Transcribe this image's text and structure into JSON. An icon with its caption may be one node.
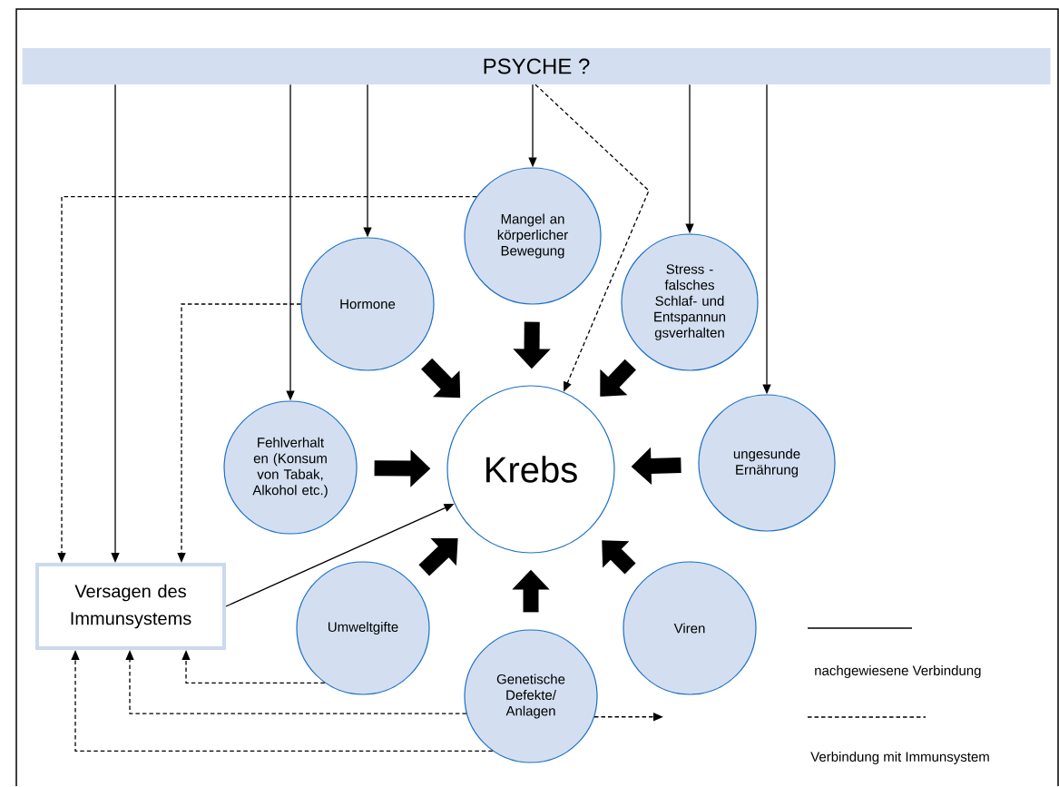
{
  "diagram": {
    "nodes": [
      {
        "text": [
          "PSYCHE ?"
        ]
      },
      {
        "text": [
          "Mangel an körperlicher Bewegung"
        ]
      },
      {
        "text": [
          "Hormone"
        ]
      },
      {
        "text": [
          "Stress - falsches Schlaf- und Entspannun gsverhalten"
        ]
      },
      {
        "text": [
          "Fehlverhalt en (Konsum von Tabak, Alkohol etc.)"
        ]
      },
      {
        "text": [
          "Krebs"
        ]
      },
      {
        "text": [
          "ungesunde Ernährung"
        ]
      },
      {
        "text": [
          "Versagen des Immunsystems"
        ]
      },
      {
        "text": [
          "Umweltgifte"
        ]
      },
      {
        "text": [
          "Viren"
        ]
      },
      {
        "text": [
          "Genetische Defekte/ Anlagen"
        ]
      }
    ],
    "edges": [
      {
        "from": 0,
        "to": 7,
        "arrow": "to"
      },
      {
        "from": 0,
        "to": 4,
        "arrow": "to"
      },
      {
        "from": 0,
        "to": 2,
        "arrow": "to"
      },
      {
        "from": 0,
        "to": 1,
        "arrow": "to"
      },
      {
        "from": 0,
        "to": 5,
        "arrow": "to",
        "style": "dashed"
      },
      {
        "from": 0,
        "to": 3,
        "arrow": "to"
      },
      {
        "from": 0,
        "to": 6,
        "arrow": "to"
      },
      {
        "from": 1,
        "to": 7,
        "arrow": "to",
        "style": "dashed"
      },
      {
        "from": 2,
        "to": 7,
        "arrow": "to",
        "style": "dashed"
      },
      {
        "from": 1,
        "to": 5,
        "arrow": "to",
        "style": "thick"
      },
      {
        "from": 2,
        "to": 5,
        "arrow": "to",
        "style": "thick"
      },
      {
        "from": 3,
        "to": 5,
        "arrow": "to",
        "style": "thick"
      },
      {
        "from": 4,
        "to": 5,
        "arrow": "to",
        "style": "thick"
      },
      {
        "from": 6,
        "to": 5,
        "arrow": "to",
        "style": "thick"
      },
      {
        "from": 8,
        "to": 5,
        "arrow": "to",
        "style": "thick"
      },
      {
        "from": 9,
        "to": 5,
        "arrow": "to",
        "style": "thick"
      },
      {
        "from": 10,
        "to": 5,
        "arrow": "to",
        "style": "thick"
      },
      {
        "from": 7,
        "to": 5,
        "arrow": "to"
      },
      {
        "from": 8,
        "to": 7,
        "arrow": "to",
        "style": "dashed"
      },
      {
        "from": 10,
        "to": 7,
        "arrow": "to",
        "style": "dashed"
      },
      {
        "from": 10,
        "to": 7,
        "arrow": "to",
        "style": "dashed"
      },
      {
        "from": 10,
        "to": null,
        "arrow": "to",
        "style": "dashed"
      }
    ],
    "legend": [
      {
        "text": "nachgewiesene Verbindung"
      },
      {
        "text": "Verbindung mit Immunsystem"
      }
    ]
  }
}
